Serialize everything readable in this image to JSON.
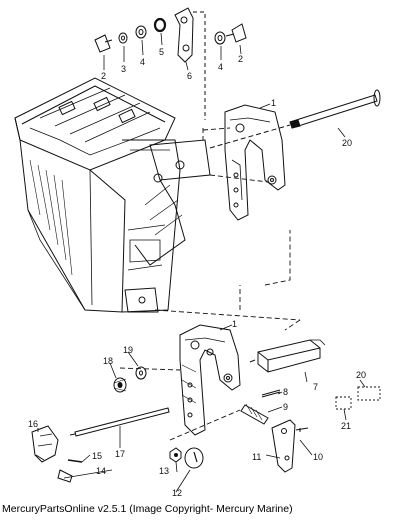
{
  "diagram": {
    "callouts": [
      {
        "id": "c1a",
        "label": "1"
      },
      {
        "id": "c1b",
        "label": "1"
      },
      {
        "id": "c2a",
        "label": "2"
      },
      {
        "id": "c2b",
        "label": "2"
      },
      {
        "id": "c3",
        "label": "3"
      },
      {
        "id": "c4a",
        "label": "4"
      },
      {
        "id": "c4b",
        "label": "4"
      },
      {
        "id": "c5",
        "label": "5"
      },
      {
        "id": "c6",
        "label": "6"
      },
      {
        "id": "c7",
        "label": "7"
      },
      {
        "id": "c8",
        "label": "8"
      },
      {
        "id": "c9",
        "label": "9"
      },
      {
        "id": "c10",
        "label": "10"
      },
      {
        "id": "c11",
        "label": "11"
      },
      {
        "id": "c12",
        "label": "12"
      },
      {
        "id": "c13",
        "label": "13"
      },
      {
        "id": "c14",
        "label": "14"
      },
      {
        "id": "c15",
        "label": "15"
      },
      {
        "id": "c16",
        "label": "16"
      },
      {
        "id": "c17",
        "label": "17"
      },
      {
        "id": "c18",
        "label": "18"
      },
      {
        "id": "c19",
        "label": "19"
      },
      {
        "id": "c20a",
        "label": "20"
      },
      {
        "id": "c20b",
        "label": "20"
      },
      {
        "id": "c21",
        "label": "21"
      }
    ]
  },
  "footer": {
    "text": "MercuryPartsOnline v2.5.1 (Image Copyright- Mercury Marine)"
  }
}
